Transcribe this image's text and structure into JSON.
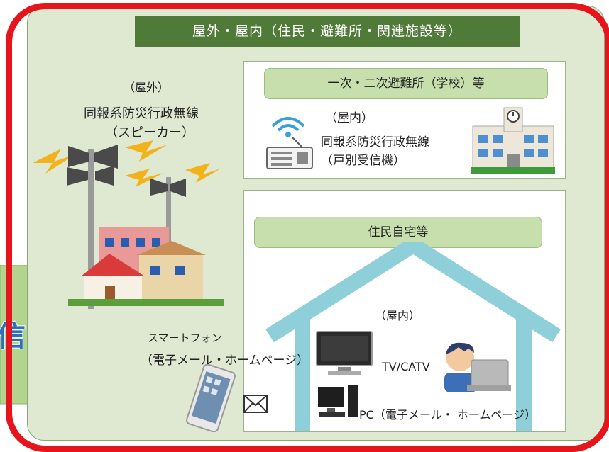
{
  "banner": "屋外・屋内（住民・避難所・関連施設等）",
  "outdoor": {
    "label": "（屋外）",
    "system_line1": "同報系防災行政無線",
    "system_line2": "（スピーカー）"
  },
  "shelter": {
    "title": "一次・二次避難所（学校）等",
    "indoor_label": "（屋内）",
    "system_line1": "同報系防災行政無線",
    "system_line2": "（戸別受信機）"
  },
  "home": {
    "title": "住民自宅等",
    "indoor_label": "（屋内）",
    "tv_label": "TV/CATV",
    "pc_label": "PC（電子メール・ ホームページ）"
  },
  "smartphone": {
    "label": "スマートフォン",
    "sub_label": "（電子メール・ホームページ）"
  },
  "left_arrow_text": "配信",
  "colors": {
    "frame": "#e8141b",
    "banner": "#4f7a38",
    "panel": "#dfe9d2",
    "pill": "#c6dfac",
    "house": "#8ecfd9"
  }
}
